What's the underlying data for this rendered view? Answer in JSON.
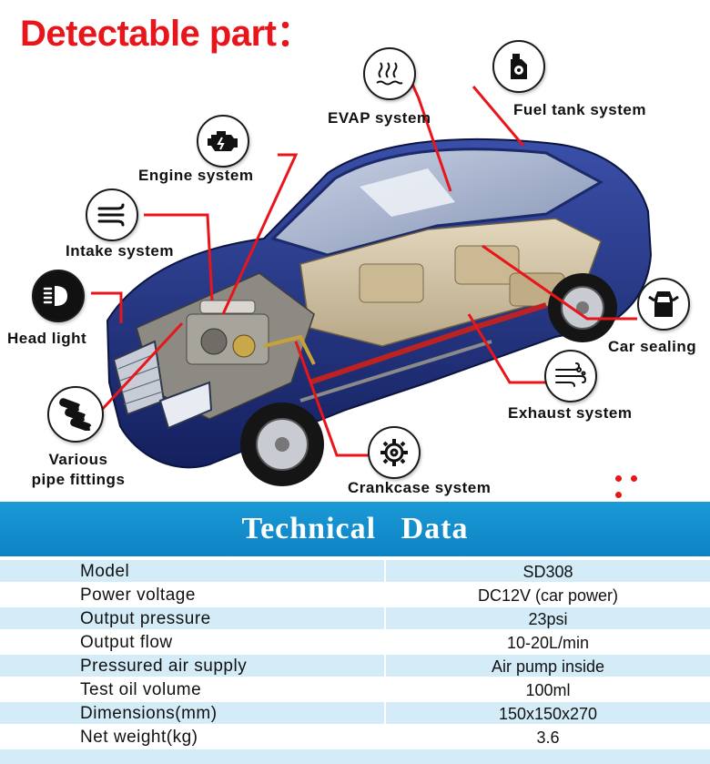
{
  "headline": "Detectable part：",
  "callouts": {
    "evap": "EVAP system",
    "fuel_tank": "Fuel tank system",
    "engine": "Engine  system",
    "intake": "Intake  system",
    "head_light": "Head light",
    "pipe_line1": "Various",
    "pipe_line2": "pipe fittings",
    "car_sealing": "Car sealing",
    "exhaust": "Exhaust  system",
    "crankcase": "Crankcase  system"
  },
  "icons": [
    "evap-waves-icon",
    "fuel-canister-icon",
    "engine-icon",
    "intake-airflow-icon",
    "headlight-icon",
    "pipe-fittings-icon",
    "car-door-icon",
    "exhaust-swirl-icon",
    "crankshaft-gear-icon"
  ],
  "colors": {
    "accent_red": "#e8151b",
    "header_blue": "#1a9ad6",
    "row_tint": "#d3ecf8",
    "car_body": "#1d2d7a"
  },
  "tech_title": "Technical   Data",
  "specs": [
    {
      "label": "Model",
      "value": "SD308"
    },
    {
      "label": "Power voltage",
      "value": "DC12V  (car power)"
    },
    {
      "label": "Output pressure",
      "value": "23psi"
    },
    {
      "label": "Output flow",
      "value": "10-20L/min"
    },
    {
      "label": "Pressured air supply",
      "value": "Air pump inside"
    },
    {
      "label": "Test oil volume",
      "value": "100ml"
    },
    {
      "label": "Dimensions(mm)",
      "value": "150x150x270"
    },
    {
      "label": "Net weight(kg)",
      "value": "3.6"
    }
  ]
}
